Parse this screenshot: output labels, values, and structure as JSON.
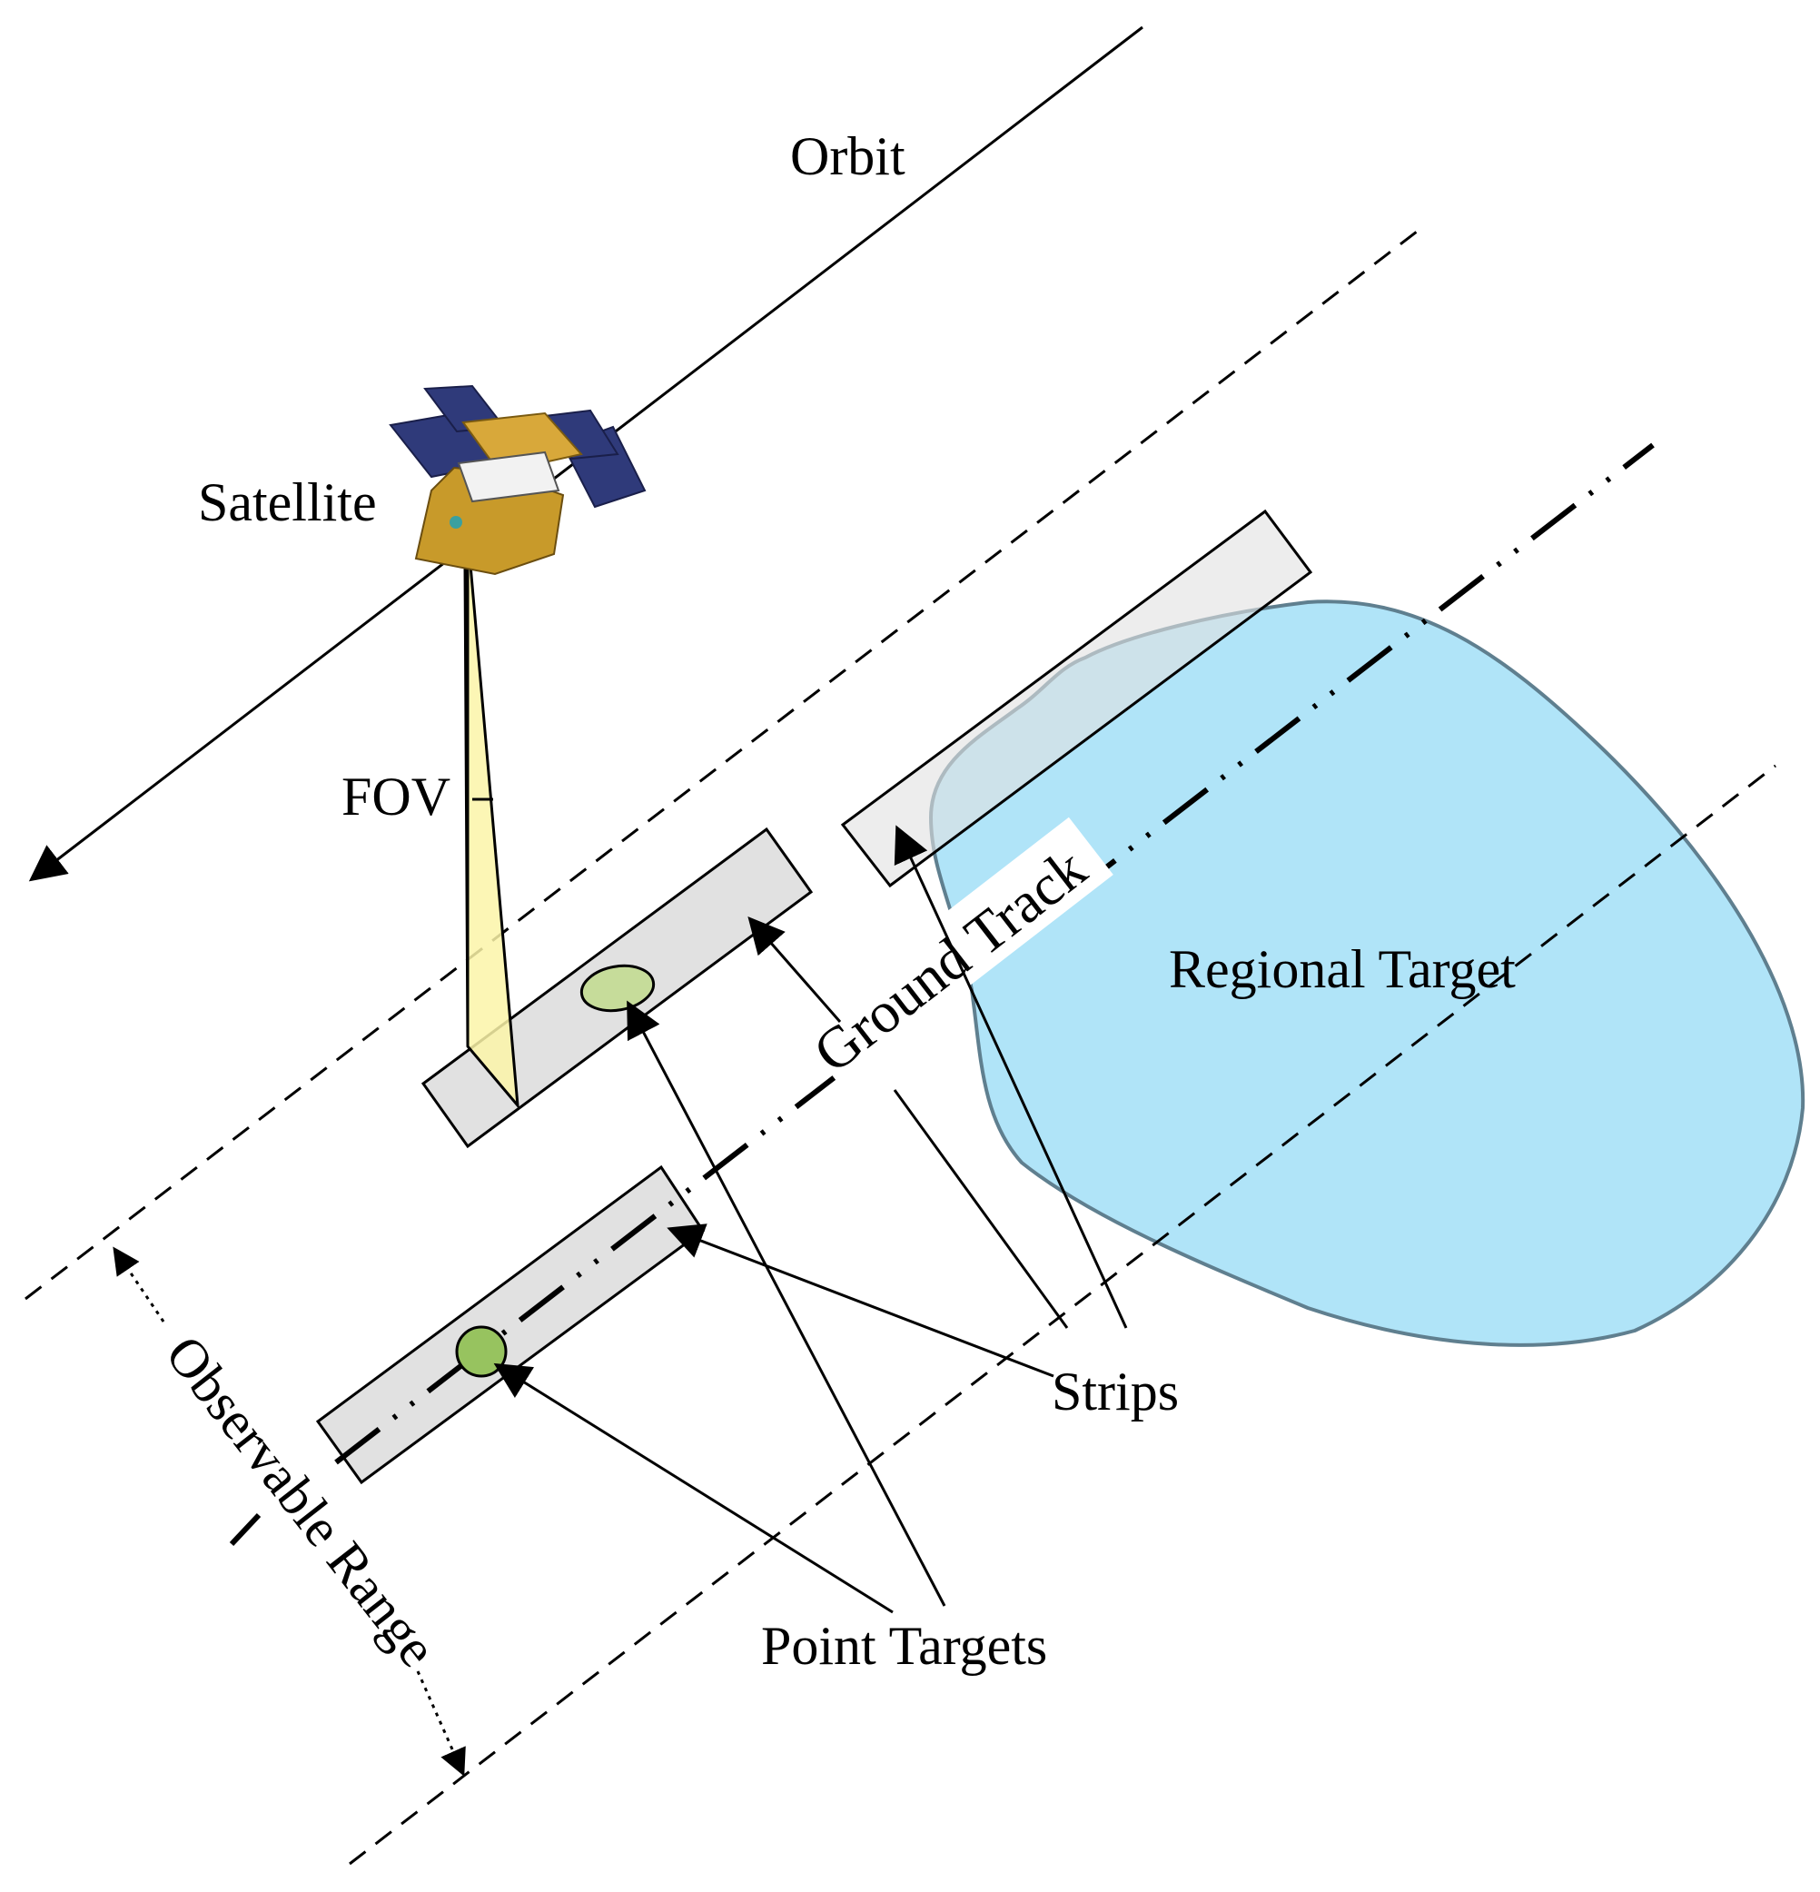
{
  "labels": {
    "orbit": "Orbit",
    "satellite": "Satellite",
    "fov": "FOV",
    "ground_track": "Ground Track",
    "regional_target": "Regional Target",
    "strips": "Strips",
    "point_targets": "Point Targets",
    "observable_range": "Observable Range"
  },
  "colors": {
    "region_fill": "#b0e4f8",
    "region_stroke": "#5f7f8f",
    "strip_fill": "#e1e1e1",
    "fov_fill": "#fbf5a8",
    "point_target_fill": "#c6dc9a",
    "point_target_fill_dark": "#97c35f",
    "panel_blue": "#2f3a7a",
    "bus_gold": "#c89a2a"
  }
}
